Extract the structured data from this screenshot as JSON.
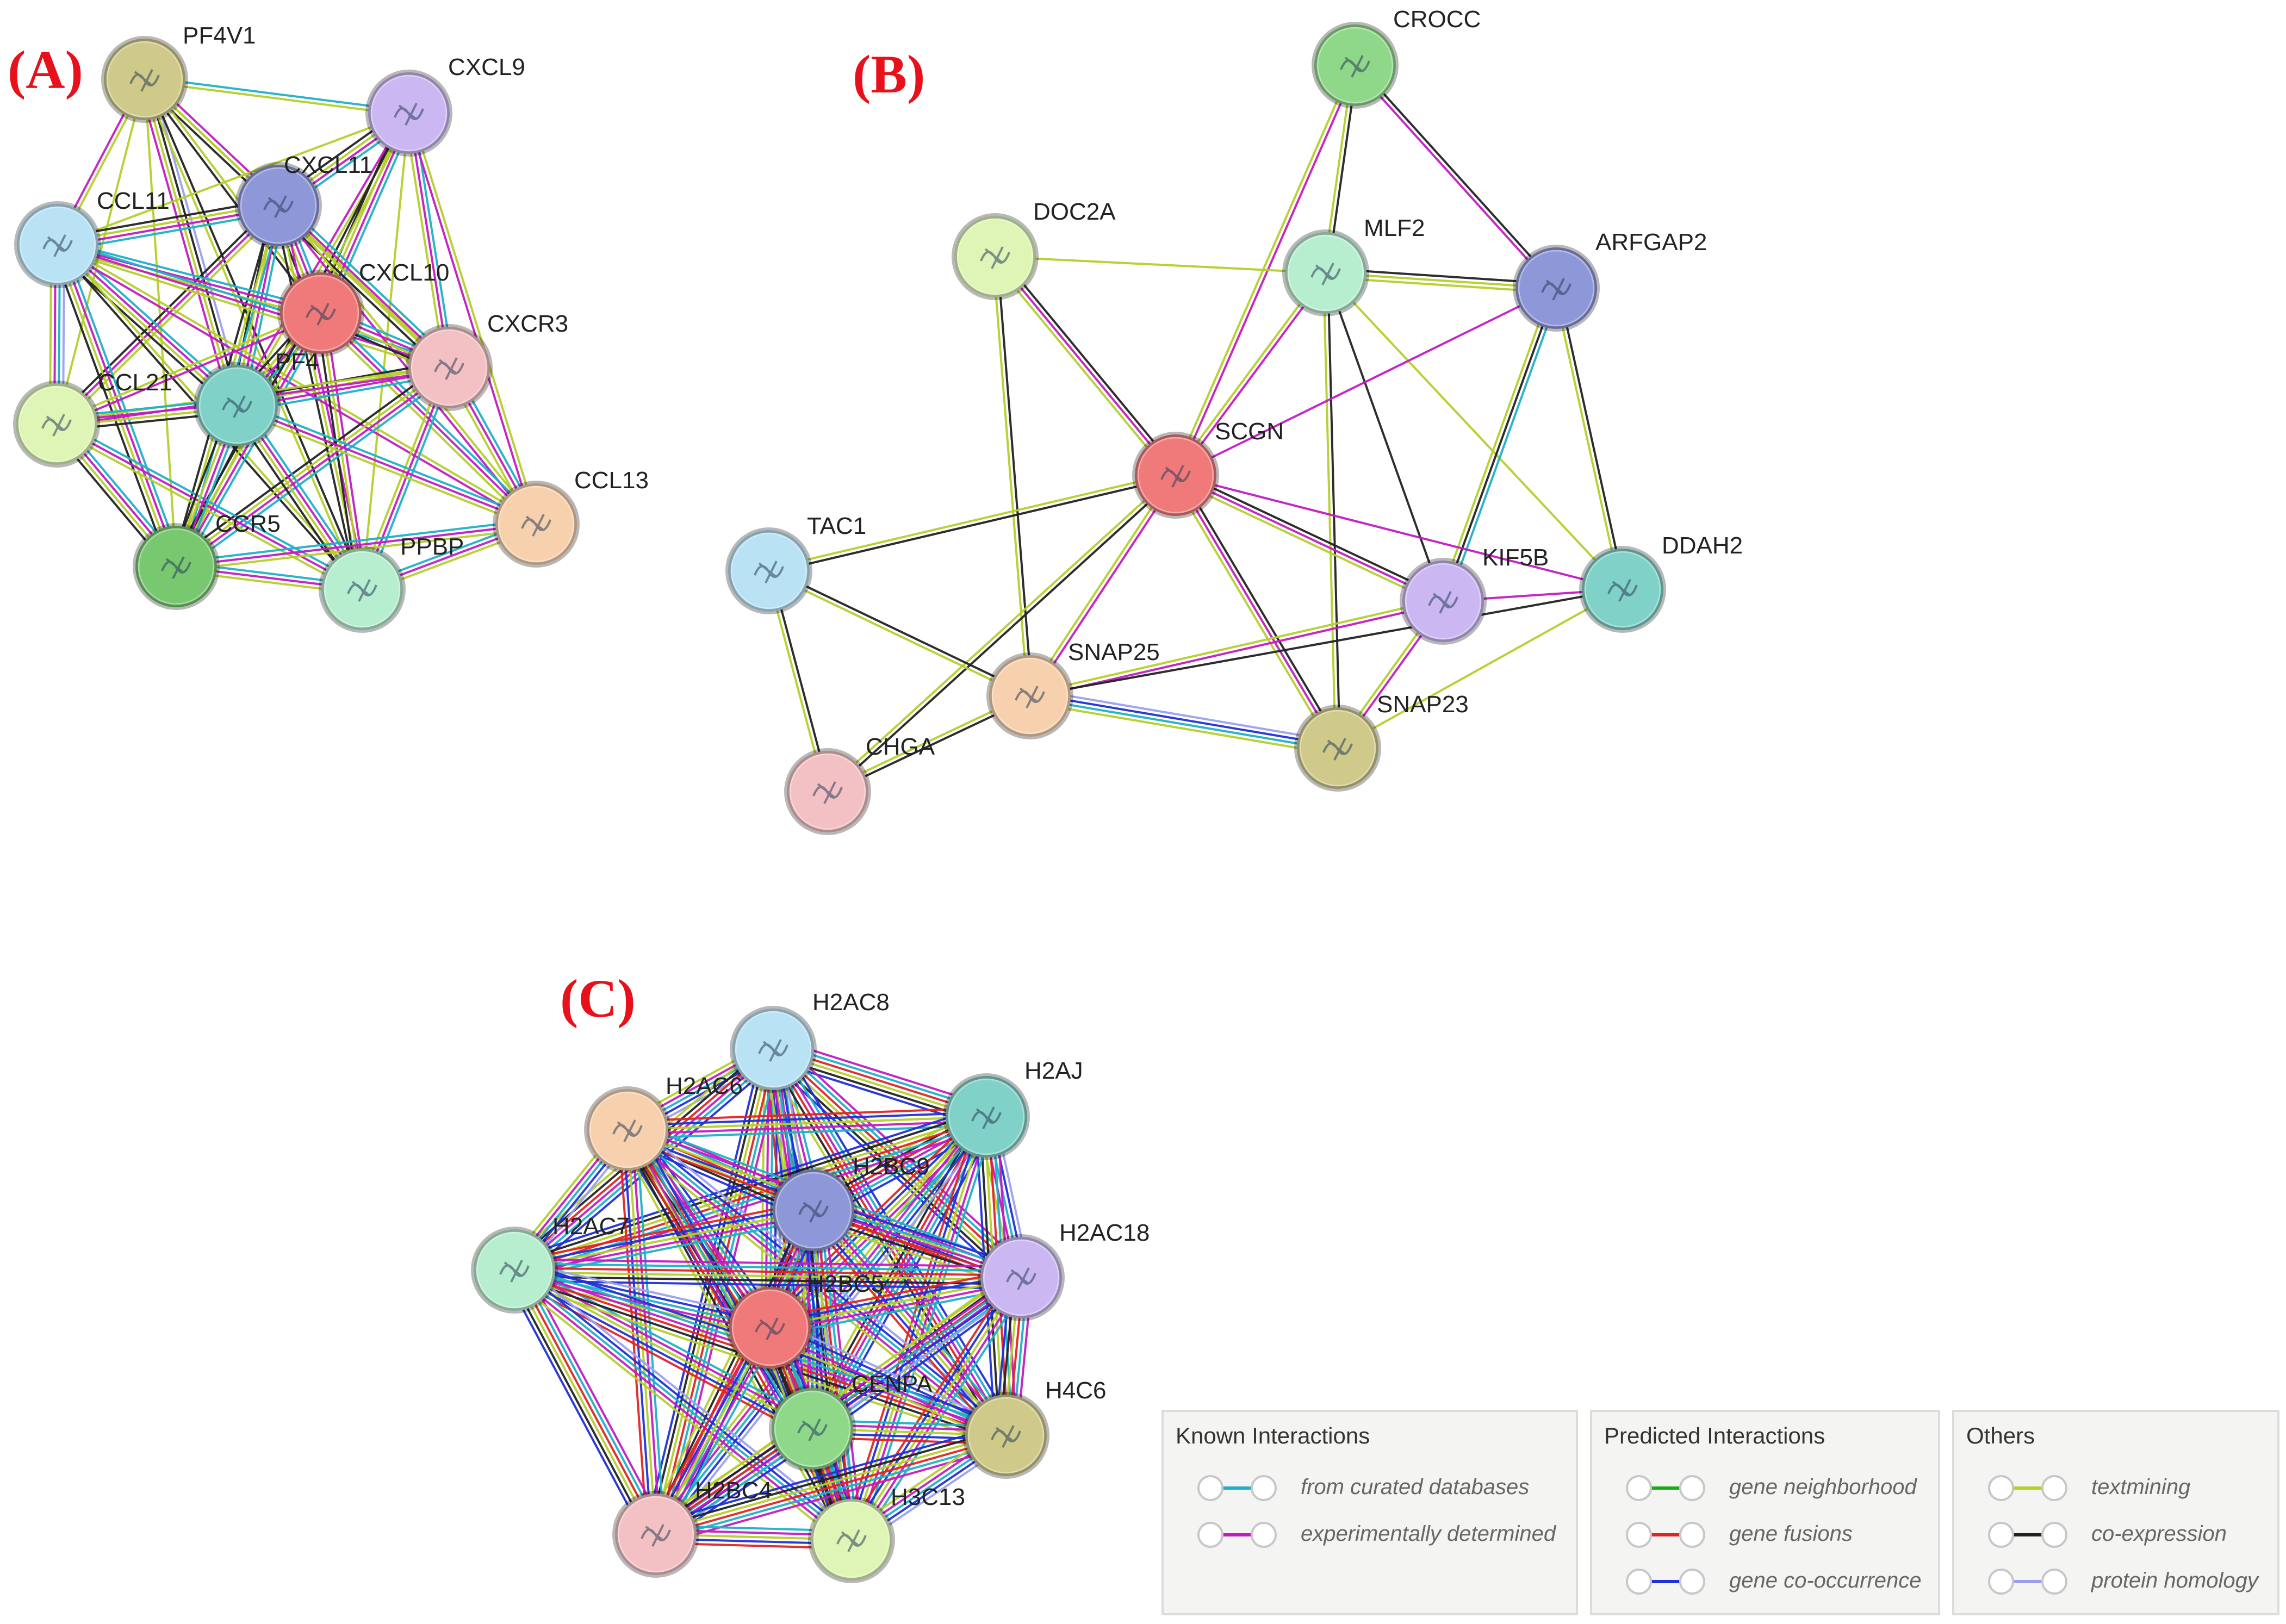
{
  "panels": [
    {
      "letter": "(A)",
      "nodes": [
        {
          "id": "PF4V1",
          "label": "PF4V1",
          "color": "#cfc98a"
        },
        {
          "id": "CXCL9",
          "label": "CXCL9",
          "color": "#cbb8f2"
        },
        {
          "id": "CXCL11",
          "label": "CXCL11",
          "color": "#8e97d8"
        },
        {
          "id": "CCL11",
          "label": "CCL11",
          "color": "#b9e2f5"
        },
        {
          "id": "CXCL10",
          "label": "CXCL10",
          "color": "#f07a7a"
        },
        {
          "id": "CXCR3",
          "label": "CXCR3",
          "color": "#f3c1c3"
        },
        {
          "id": "CCL21",
          "label": "CCL21",
          "color": "#def5b6"
        },
        {
          "id": "PF4",
          "label": "PF4",
          "color": "#80d2c8"
        },
        {
          "id": "CCL13",
          "label": "CCL13",
          "color": "#f7d1ae"
        },
        {
          "id": "CCR5",
          "label": "CCR5",
          "color": "#78c870"
        },
        {
          "id": "PPBP",
          "label": "PPBP",
          "color": "#b7eecf"
        }
      ]
    },
    {
      "letter": "(B)",
      "nodes": [
        {
          "id": "CROCC",
          "label": "CROCC",
          "color": "#8fd88a"
        },
        {
          "id": "DOC2A",
          "label": "DOC2A",
          "color": "#def5b6"
        },
        {
          "id": "MLF2",
          "label": "MLF2",
          "color": "#b7eecf"
        },
        {
          "id": "ARFGAP2",
          "label": "ARFGAP2",
          "color": "#8e97d8"
        },
        {
          "id": "SCGN",
          "label": "SCGN",
          "color": "#f07a7a"
        },
        {
          "id": "TAC1",
          "label": "TAC1",
          "color": "#b9e2f5"
        },
        {
          "id": "KIF5B",
          "label": "KIF5B",
          "color": "#cbb8f2"
        },
        {
          "id": "DDAH2",
          "label": "DDAH2",
          "color": "#80d2c8"
        },
        {
          "id": "SNAP25",
          "label": "SNAP25",
          "color": "#f7d1ae"
        },
        {
          "id": "SNAP23",
          "label": "SNAP23",
          "color": "#cfc98a"
        },
        {
          "id": "CHGA",
          "label": "CHGA",
          "color": "#f3c1c3"
        }
      ]
    },
    {
      "letter": "(C)",
      "nodes": [
        {
          "id": "H2AC8",
          "label": "H2AC8",
          "color": "#b9e2f5"
        },
        {
          "id": "H2AJ",
          "label": "H2AJ",
          "color": "#80d2c8"
        },
        {
          "id": "H2AC6",
          "label": "H2AC6",
          "color": "#f7d1ae"
        },
        {
          "id": "H2BC9",
          "label": "H2BC9",
          "color": "#8e97d8"
        },
        {
          "id": "H2AC7",
          "label": "H2AC7",
          "color": "#b7eecf"
        },
        {
          "id": "H2AC18",
          "label": "H2AC18",
          "color": "#cbb8f2"
        },
        {
          "id": "H2BC5",
          "label": "H2BC5",
          "color": "#f07a7a"
        },
        {
          "id": "CENPA",
          "label": "CENPA",
          "color": "#8fd88a"
        },
        {
          "id": "H4C6",
          "label": "H4C6",
          "color": "#cfc98a"
        },
        {
          "id": "H2BC4",
          "label": "H2BC4",
          "color": "#f3c1c3"
        },
        {
          "id": "H3C13",
          "label": "H3C13",
          "color": "#def5b6"
        }
      ]
    }
  ],
  "legend": {
    "known": {
      "title": "Known Interactions",
      "items": [
        {
          "label": "from curated databases",
          "color": "#1fb0c8"
        },
        {
          "label": "experimentally determined",
          "color": "#c21bc2"
        }
      ]
    },
    "predicted": {
      "title": "Predicted Interactions",
      "items": [
        {
          "label": "gene neighborhood",
          "color": "#1ea81e"
        },
        {
          "label": "gene fusions",
          "color": "#e02424"
        },
        {
          "label": "gene co-occurrence",
          "color": "#2030d8"
        }
      ]
    },
    "others": {
      "title": "Others",
      "items": [
        {
          "label": "textmining",
          "color": "#b4cf2a"
        },
        {
          "label": "co-expression",
          "color": "#222222"
        },
        {
          "label": "protein homology",
          "color": "#9aa0ee"
        }
      ]
    }
  }
}
